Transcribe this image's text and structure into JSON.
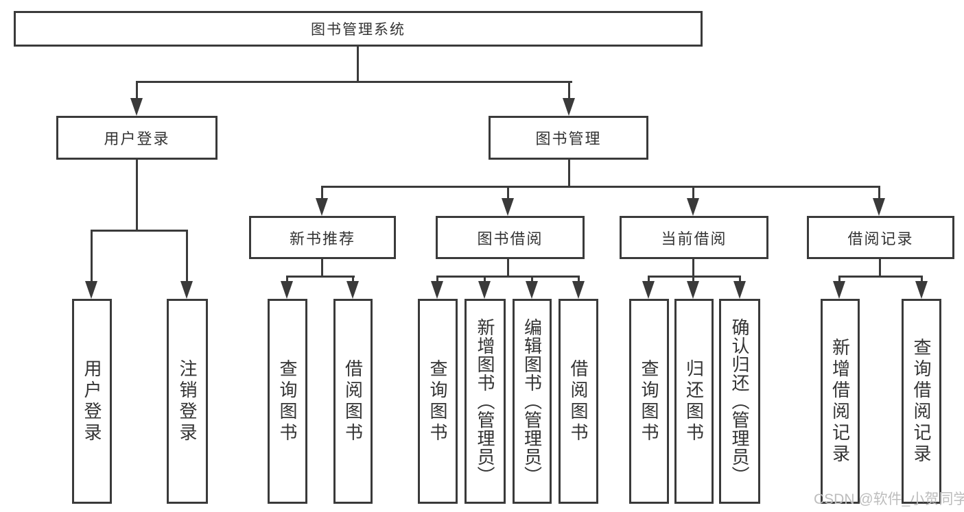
{
  "diagram": {
    "type": "tree",
    "root": {
      "label": "图书管理系统"
    },
    "branches": [
      {
        "label": "用户登录",
        "children": [
          {
            "label": "用户登录"
          },
          {
            "label": "注销登录"
          }
        ]
      },
      {
        "label": "图书管理",
        "children": [
          {
            "label": "新书推荐",
            "children": [
              {
                "label": "查询图书"
              },
              {
                "label": "借阅图书"
              }
            ]
          },
          {
            "label": "图书借阅",
            "children": [
              {
                "label": "查询图书"
              },
              {
                "label": "新增图书（管理员）"
              },
              {
                "label": "编辑图书（管理员）"
              },
              {
                "label": "借阅图书"
              }
            ]
          },
          {
            "label": "当前借阅",
            "children": [
              {
                "label": "查询图书"
              },
              {
                "label": "归还图书"
              },
              {
                "label": "确认归还（管理员）"
              }
            ]
          },
          {
            "label": "借阅记录",
            "children": [
              {
                "label": "新增借阅记录"
              },
              {
                "label": "查询借阅记录"
              }
            ]
          }
        ]
      }
    ]
  },
  "watermark": {
    "text": "CSDN @软件_小贺同学",
    "color": "#bdbdbd"
  },
  "colors": {
    "line": "#3a3a3a",
    "background": "#ffffff"
  }
}
